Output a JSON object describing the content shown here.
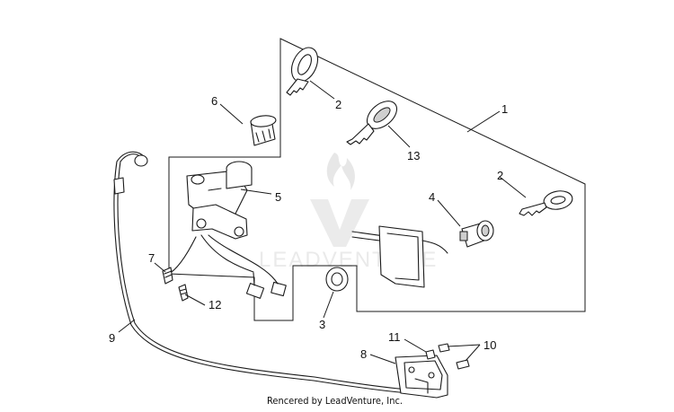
{
  "diagram": {
    "callouts": {
      "c1": "1",
      "c2a": "2",
      "c2b": "2",
      "c3": "3",
      "c4": "4",
      "c5": "5",
      "c6": "6",
      "c7": "7",
      "c8": "8",
      "c9": "9",
      "c10": "10",
      "c11": "11",
      "c12": "12",
      "c13": "13"
    },
    "watermark": "LEADVENTURE",
    "footer": "Rencered by LeadVenture, Inc."
  }
}
